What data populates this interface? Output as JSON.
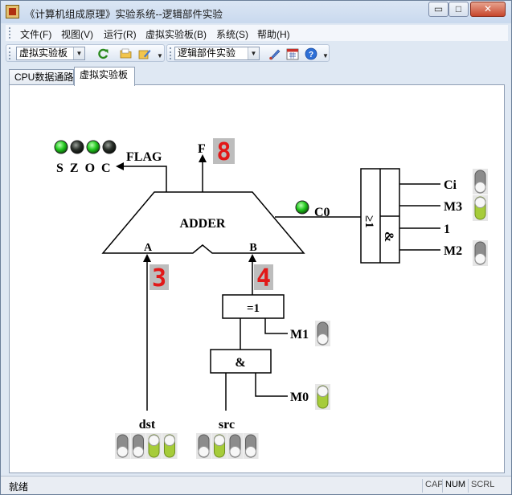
{
  "window": {
    "title": "《计算机组成原理》实验系统--逻辑部件实验"
  },
  "window_controls": {
    "minimize": "▭",
    "maximize": "□",
    "close": "✕"
  },
  "menu": {
    "file": "文件(F)",
    "view": "视图(V)",
    "run": "运行(R)",
    "board": "虚拟实验板(B)",
    "system": "系统(S)",
    "help": "帮助(H)"
  },
  "toolbar": {
    "board_select": "虚拟实验板",
    "experiment_select": "逻辑部件实验",
    "dropdown_arrow": "▼",
    "overflow": "▼"
  },
  "tabs": {
    "cpu_datapath": "CPU数据通路",
    "virtual_board": "虚拟实验板"
  },
  "circuit": {
    "adder_label": "ADDER",
    "input_a_label": "A",
    "input_b_label": "B",
    "flag_label": "FLAG",
    "flag_letters": "S Z O C",
    "output_label": "F",
    "carry_label": "C0",
    "xor_label": "=1",
    "and_label": "&",
    "or_label": "≥1",
    "and2_label": "&",
    "display_f": "8",
    "display_a": "3",
    "display_b": "4",
    "ci_label": "Ci",
    "m3_label": "M3",
    "one_label": "1",
    "m2_label": "M2",
    "m1_label": "M1",
    "m0_label": "M0",
    "dst_label": "dst",
    "src_label": "src",
    "flag_leds": [
      true,
      false,
      true,
      false
    ],
    "carry_led": true,
    "switches": {
      "ci": false,
      "m3": true,
      "m2": false,
      "m1": false,
      "m0": true
    },
    "dst_switches": [
      false,
      false,
      true,
      true
    ],
    "src_switches": [
      false,
      true,
      false,
      false
    ]
  },
  "status": {
    "text": "就绪",
    "cap": "CAP",
    "num": "NUM",
    "scrl": "SCRL"
  }
}
